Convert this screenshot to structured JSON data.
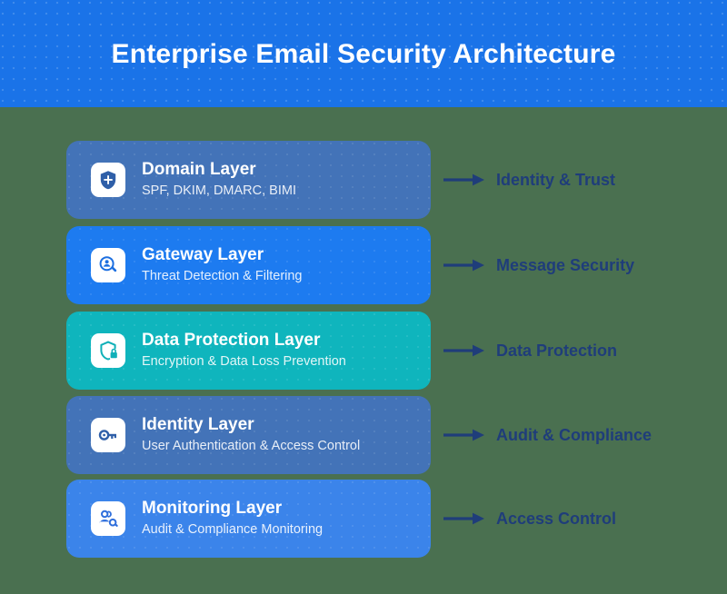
{
  "header": {
    "title": "Enterprise Email Security Architecture",
    "background_color": "#1a73e8",
    "text_color": "#ffffff"
  },
  "page": {
    "background_color": "#4a7050"
  },
  "arrow_color": "#1f3d7a",
  "layers": [
    {
      "title": "Domain Layer",
      "subtitle": "SPF, DKIM, DMARC, BIMI",
      "icon": "shield-check-icon",
      "color": "#4373b8",
      "arrow_label": "Identity & Trust"
    },
    {
      "title": "Gateway Layer",
      "subtitle": "Threat Detection & Filtering",
      "icon": "search-person-icon",
      "color": "#1d7bf0",
      "arrow_label": "Message Security"
    },
    {
      "title": "Data Protection Layer",
      "subtitle": "Encryption & Data Loss Prevention",
      "icon": "shield-lock-icon",
      "color": "#0fb5bd",
      "arrow_label": "Data Protection"
    },
    {
      "title": "Identity Layer",
      "subtitle": "User Authentication & Access Control",
      "icon": "key-icon",
      "color": "#4373b8",
      "arrow_label": "Audit & Compliance"
    },
    {
      "title": "Monitoring Layer",
      "subtitle": "Audit & Compliance Monitoring",
      "icon": "person-search-icon",
      "color": "#3b84ea",
      "arrow_label": "Access Control"
    }
  ]
}
